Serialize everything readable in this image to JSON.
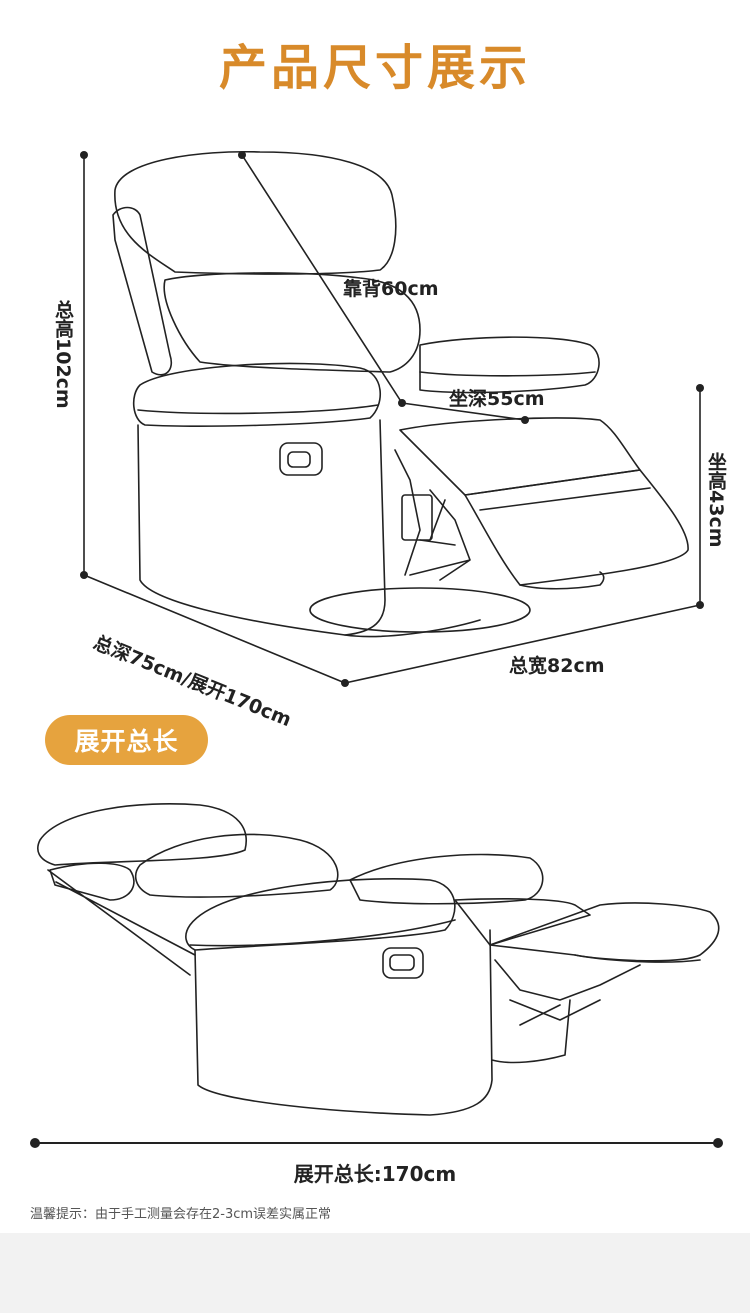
{
  "header": {
    "title": "产品尺寸展示"
  },
  "dimensions": {
    "backrest": "靠背60cm",
    "seat_depth": "坐深55cm",
    "total_height": "总高102cm",
    "seat_height": "坐高43cm",
    "total_depth": "总深75cm/展开170cm",
    "total_width": "总宽82cm"
  },
  "section2": {
    "badge": "展开总长",
    "total_length": "展开总长:170cm"
  },
  "note": "温馨提示：由于手工测量会存在2-3cm误差实属正常",
  "colors": {
    "title": "#d88a2a",
    "badge": "#e6a33e",
    "line": "#222222"
  }
}
